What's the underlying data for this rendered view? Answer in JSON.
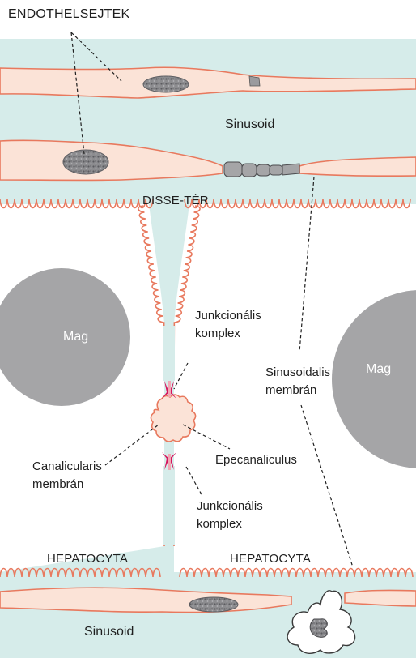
{
  "labels": {
    "endothelial_cells": "ENDOTHELSEJTEK",
    "sinusoid_top": "Sinusoid",
    "disse_space": "DISSE-TÉR",
    "nucleus_left": "Mag",
    "nucleus_right": "Mag",
    "junctional_complex_upper_1": "Junkcionális",
    "junctional_complex_upper_2": "komplex",
    "sinusoidal_membrane_1": "Sinusoidalis",
    "sinusoidal_membrane_2": "membrán",
    "canalicular_membrane_1": "Canalicularis",
    "canalicular_membrane_2": "membrán",
    "epicanaliculus": "Epecanaliculus",
    "junctional_complex_lower_1": "Junkcionális",
    "junctional_complex_lower_2": "komplex",
    "hepatocyte_left": "HEPATOCYTA",
    "hepatocyte_right": "HEPATOCYTA",
    "sinusoid_bottom": "Sinusoid"
  },
  "colors": {
    "background": "#d6ecea",
    "hepatocyte_fill": "#ffffff",
    "membrane": "#e8795e",
    "endothelial_fill": "#fbe3d7",
    "nucleus": "#a5a5a7",
    "nucleus_dark": "#6d6d70",
    "junction": "#d6145d"
  }
}
